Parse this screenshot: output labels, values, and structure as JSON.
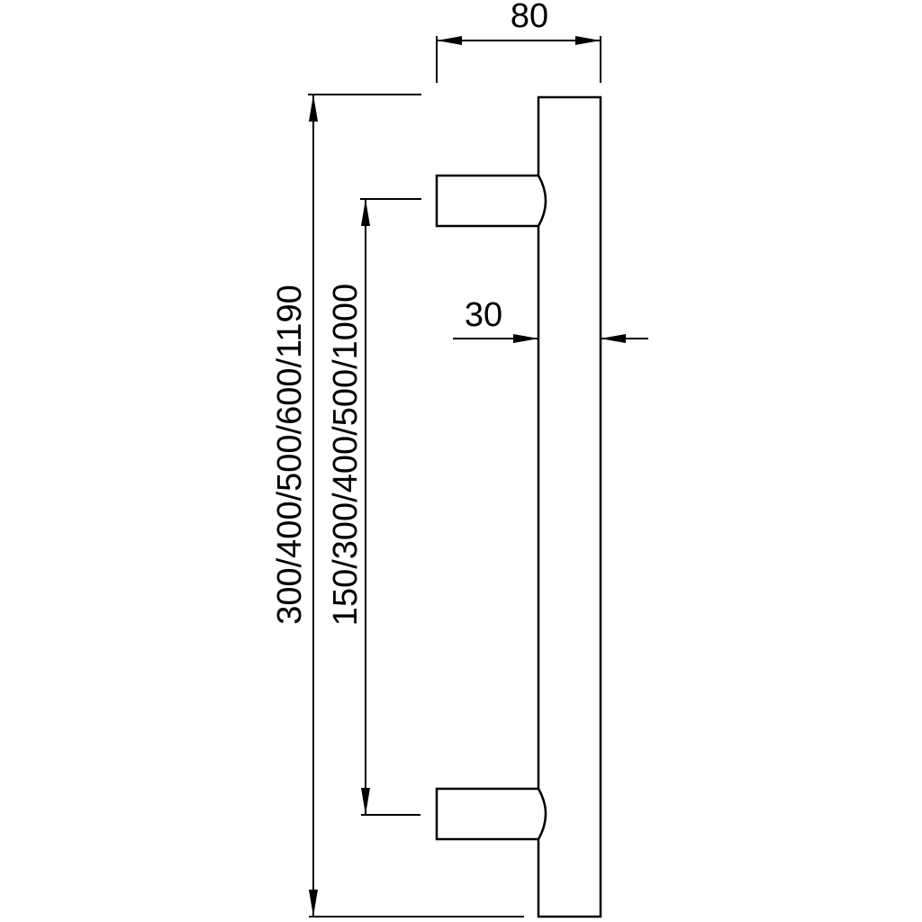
{
  "dimensions": {
    "overall_width": "80",
    "bar_diameter": "30",
    "overall_length": "300/400/500/600/1190",
    "center_distance": "150/300/400/500/1000"
  }
}
